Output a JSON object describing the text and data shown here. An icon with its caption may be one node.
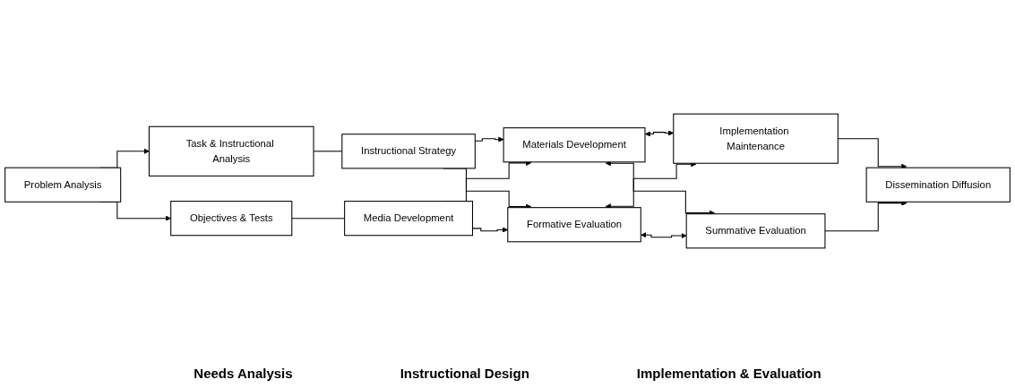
{
  "diagram": {
    "nodes": [
      {
        "text": [
          "Problem Analysis"
        ]
      },
      {
        "text": [
          "Task & Instructional Analysis"
        ]
      },
      {
        "text": [
          "Instructional Strategy"
        ]
      },
      {
        "text": [
          "Objectives & Tests"
        ]
      },
      {
        "text": [
          "Media Development"
        ]
      },
      {
        "text": [
          "Materials Development"
        ]
      },
      {
        "text": [
          "Formative Evaluation"
        ]
      },
      {
        "text": [
          "Implementation Maintenance"
        ]
      },
      {
        "text": [
          "Summative Evaluation"
        ]
      },
      {
        "text": [
          "Dissemination Diffusion"
        ]
      }
    ],
    "edges": [
      {
        "from": 0,
        "to": 1,
        "arrow": "to"
      },
      {
        "from": 0,
        "to": 3,
        "arrow": "to"
      },
      {
        "from": 1,
        "to": 2,
        "arrow": "none"
      },
      {
        "from": 3,
        "to": 4,
        "arrow": "none"
      },
      {
        "from": 2,
        "to": 5,
        "arrow": "to"
      },
      {
        "from": 2,
        "to": 6,
        "arrow": "to"
      },
      {
        "from": 4,
        "to": 5,
        "arrow": "to"
      },
      {
        "from": 4,
        "to": 6,
        "arrow": "to"
      },
      {
        "from": 5,
        "to": 7,
        "arrow": "both"
      },
      {
        "from": 5,
        "to": 8,
        "arrow": "both"
      },
      {
        "from": 6,
        "to": 7,
        "arrow": "both"
      },
      {
        "from": 6,
        "to": 8,
        "arrow": "both"
      },
      {
        "from": 7,
        "to": 9,
        "arrow": "to"
      },
      {
        "from": 8,
        "to": 9,
        "arrow": "to"
      }
    ],
    "labels": [
      "Needs Analysis",
      "Instructional Design",
      "Implementation & Evaluation"
    ]
  }
}
